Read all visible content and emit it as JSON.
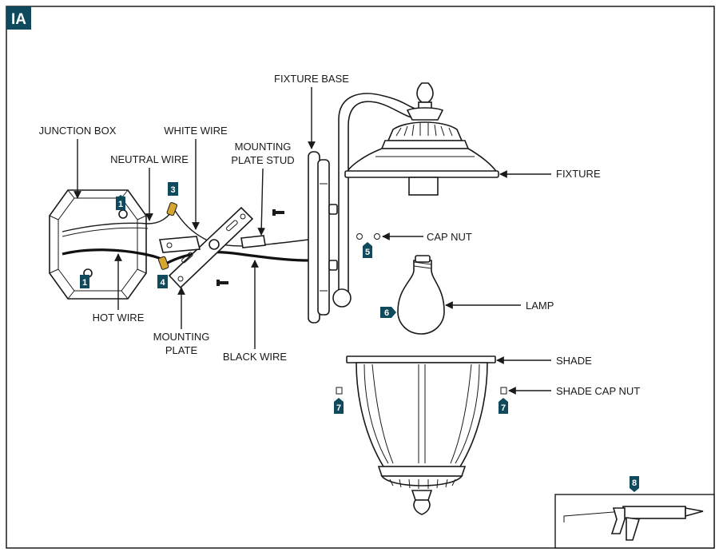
{
  "figure": {
    "tag": "IA",
    "accent_color": "#0e4a5c"
  },
  "labels": {
    "junction_box": "JUNCTION BOX",
    "neutral_wire": "NEUTRAL WIRE",
    "white_wire": "WHITE WIRE",
    "mounting_plate_stud_1": "MOUNTING",
    "mounting_plate_stud_2": "PLATE STUD",
    "fixture_base": "FIXTURE BASE",
    "fixture": "FIXTURE",
    "cap_nut": "CAP NUT",
    "lamp": "LAMP",
    "hot_wire": "HOT WIRE",
    "mounting_plate_1": "MOUNTING",
    "mounting_plate_2": "PLATE",
    "black_wire": "BLACK WIRE",
    "shade": "SHADE",
    "shade_cap_nut": "SHADE CAP NUT"
  },
  "steps": {
    "s1a": "1",
    "s1b": "1",
    "s3": "3",
    "s4": "4",
    "s5": "5",
    "s6": "6",
    "s7a": "7",
    "s7b": "7",
    "s8": "8"
  }
}
